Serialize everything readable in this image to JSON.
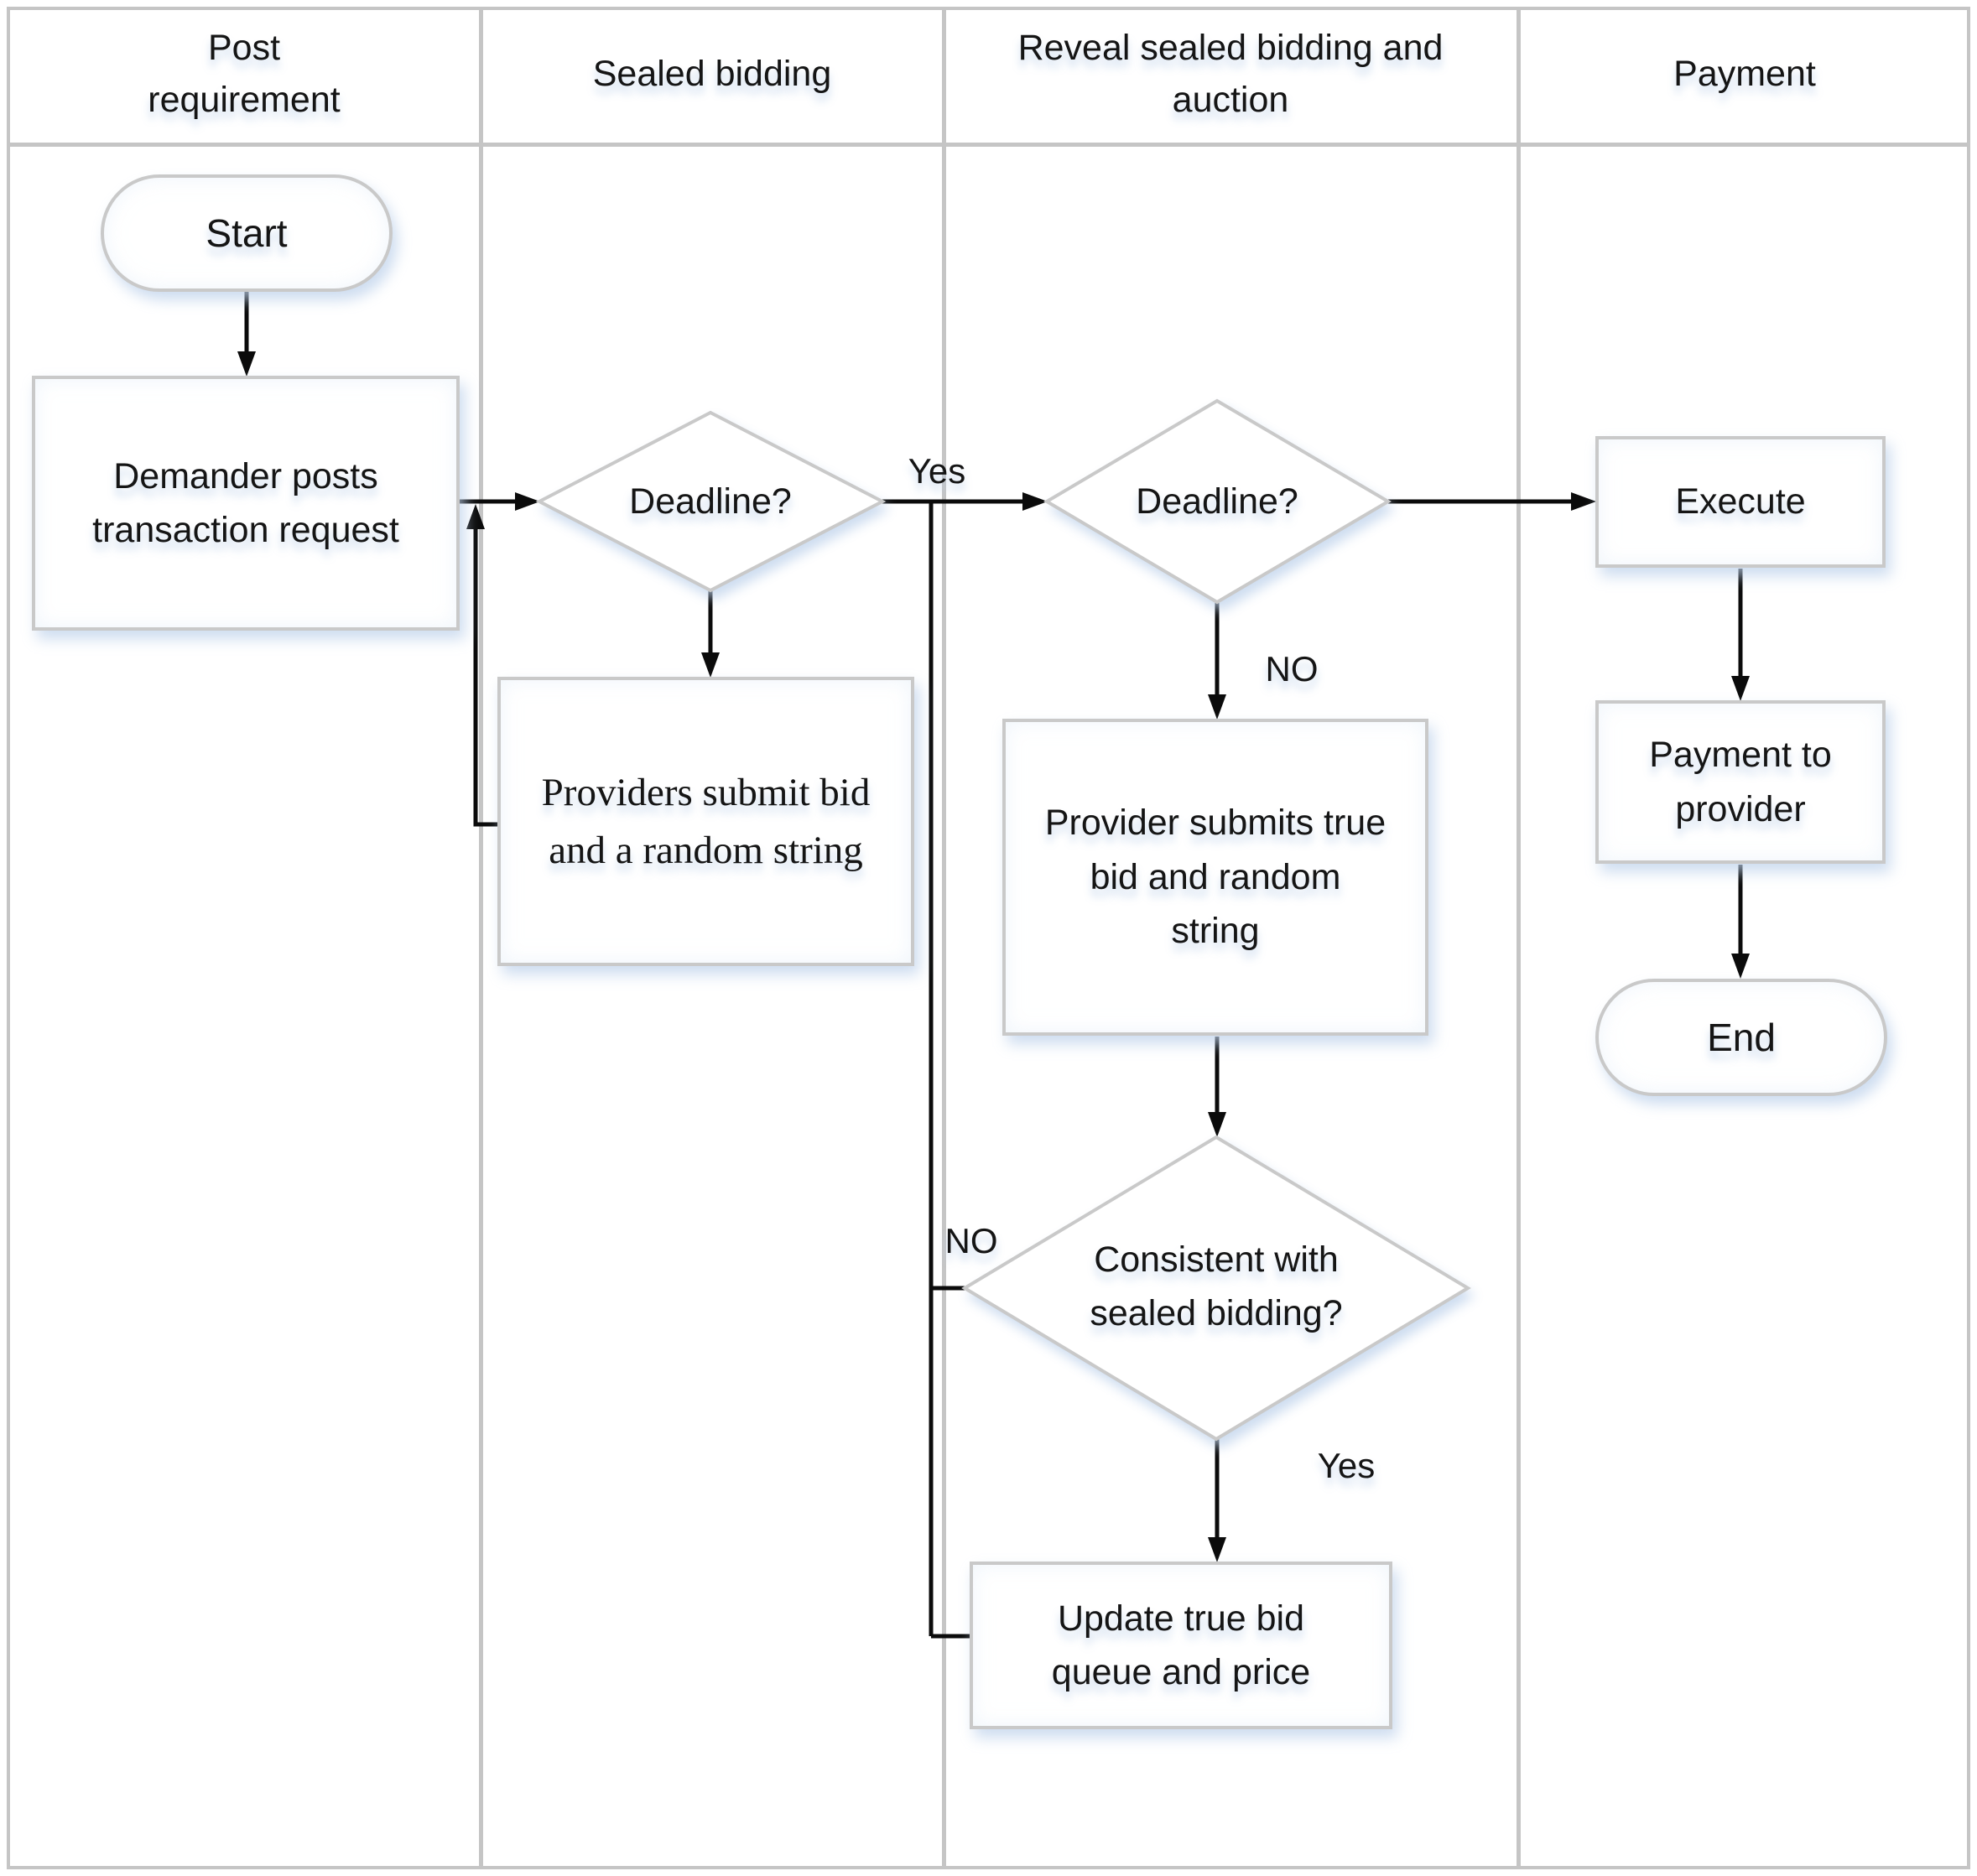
{
  "lanes": [
    {
      "label": "Post\nrequirement"
    },
    {
      "label": "Sealed bidding"
    },
    {
      "label": "Reveal sealed bidding and\nauction"
    },
    {
      "label": "Payment"
    }
  ],
  "nodes": {
    "start": "Start",
    "post_request": "Demander posts\ntransaction request",
    "deadline_sealed": "Deadline?",
    "providers_submit": "Providers submit bid\nand a random string",
    "deadline_reveal": "Deadline?",
    "provider_submits_true": "Provider submits true\nbid and random\nstring",
    "consistent_check": "Consistent with\nsealed bidding?",
    "update_queue": "Update true bid\nqueue and price",
    "execute": "Execute",
    "payment": "Payment to\nprovider",
    "end": "End"
  },
  "edge_labels": {
    "sealed_yes": "Yes",
    "reveal_no": "NO",
    "consistent_no": "NO",
    "consistent_yes": "Yes"
  },
  "colors": {
    "lane_border": "#c5c5c5",
    "shape_border": "#c9c9c9",
    "connector": "#0b0b0b",
    "text": "#151515"
  }
}
